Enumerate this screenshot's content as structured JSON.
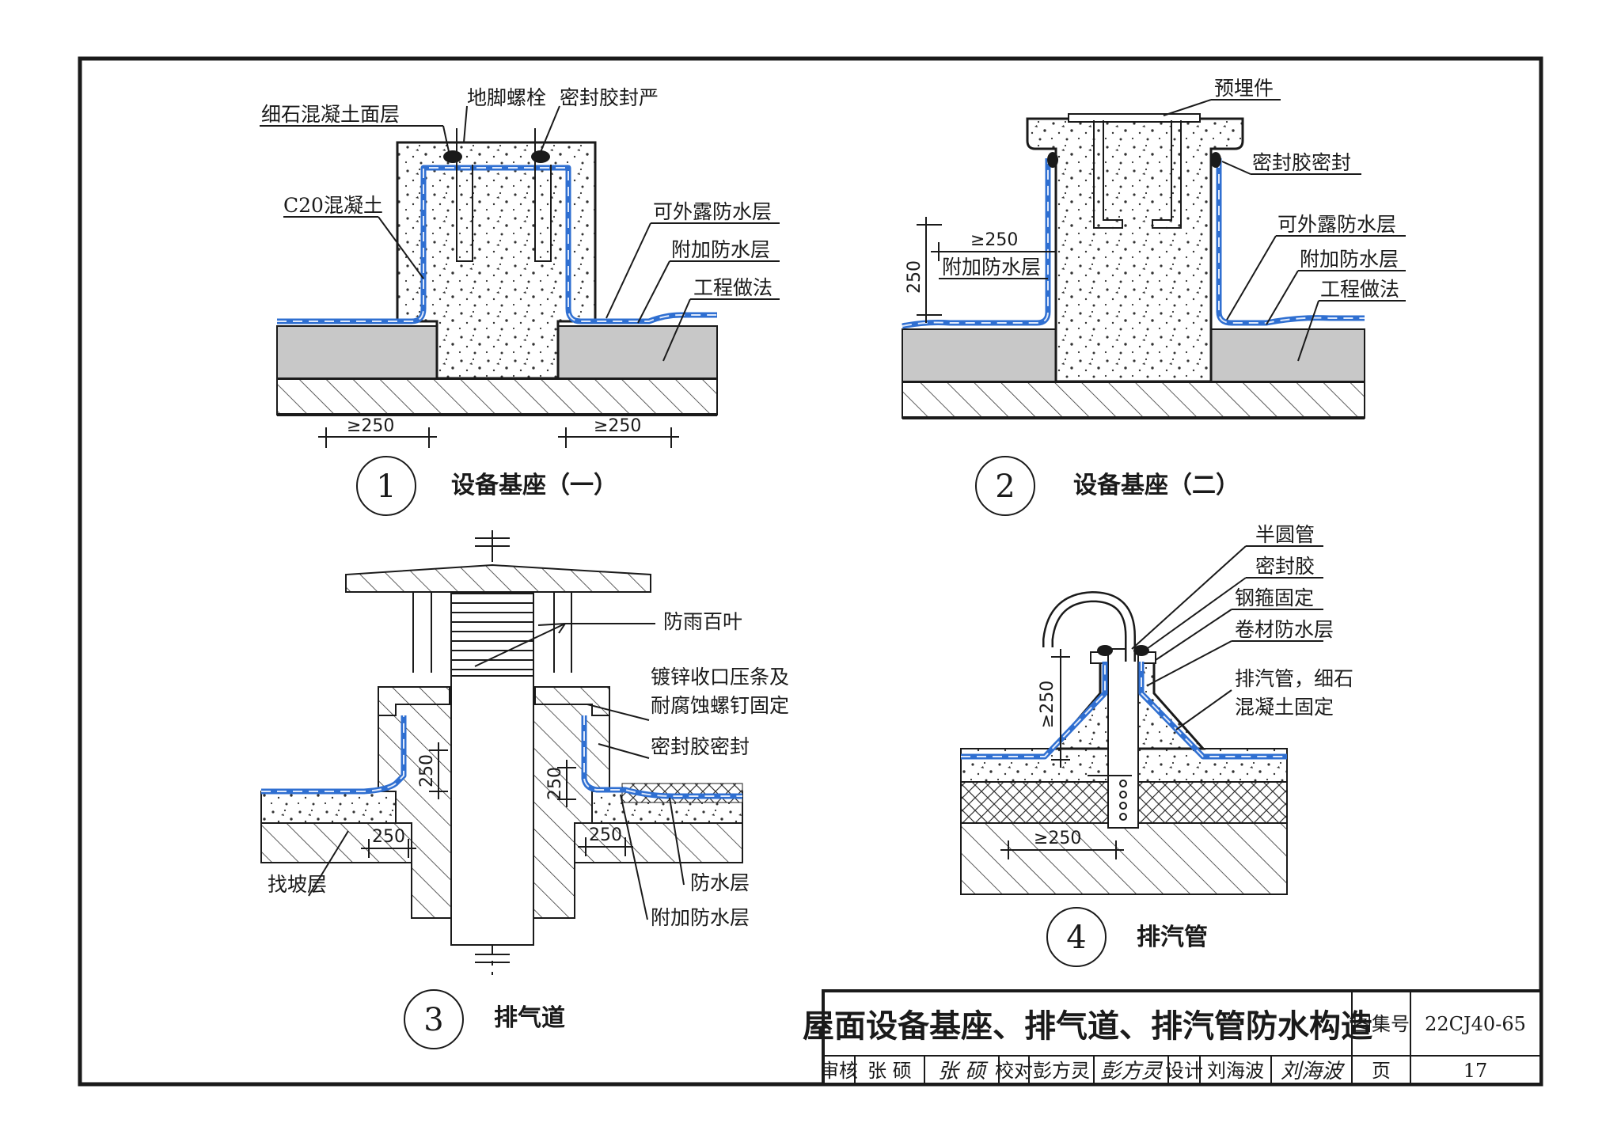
{
  "detail1": {
    "number": "1",
    "title": "设备基座（一）",
    "labels": {
      "topping": "细石混凝土面层",
      "bolt": "地脚螺栓",
      "sealant": "密封胶封严",
      "c20": "C20混凝土",
      "exposed": "可外露防水层",
      "additional": "附加防水层",
      "project": "工程做法"
    },
    "dims": {
      "left": "≥250",
      "right": "≥250"
    }
  },
  "detail2": {
    "number": "2",
    "title": "设备基座（二）",
    "labels": {
      "embed": "预埋件",
      "sealant": "密封胶密封",
      "exposed": "可外露防水层",
      "additional_right": "附加防水层",
      "project": "工程做法",
      "additional_left": "附加防水层"
    },
    "dims": {
      "horizontal": "≥250",
      "vertical": "250"
    }
  },
  "detail3": {
    "number": "3",
    "title": "排气道",
    "labels": {
      "louver": "防雨百叶",
      "strip1": "镀锌收口压条及",
      "strip2": "耐腐蚀螺钉固定",
      "sealant": "密封胶密封",
      "slope": "找坡层",
      "waterproof": "防水层",
      "additional": "附加防水层"
    },
    "dims": {
      "left_v": "250",
      "left_h": "250",
      "right_v": "250",
      "right_h": "250"
    }
  },
  "detail4": {
    "number": "4",
    "title": "排汽管",
    "labels": {
      "halfpipe": "半圆管",
      "sealant": "密封胶",
      "hoop": "钢箍固定",
      "membrane": "卷材防水层",
      "pipe1": "排汽管，细石",
      "pipe2": "混凝土固定"
    },
    "dims": {
      "vertical": "≥250",
      "horizontal": "≥250"
    }
  },
  "title_block": {
    "title": "屋面设备基座、排气道、排汽管防水构造",
    "atlas_label": "图集号",
    "atlas_no": "22CJ40-65",
    "review_label": "审核",
    "reviewer": "张 硕",
    "check_label": "校对",
    "checker": "彭方灵",
    "design_label": "设计",
    "designer": "刘海波",
    "page_label": "页",
    "page_no": "17"
  },
  "colors": {
    "waterproof_layer": "#2f6fd1",
    "fill_layer": "#c8c8c8",
    "ink": "#1a1a1a"
  }
}
